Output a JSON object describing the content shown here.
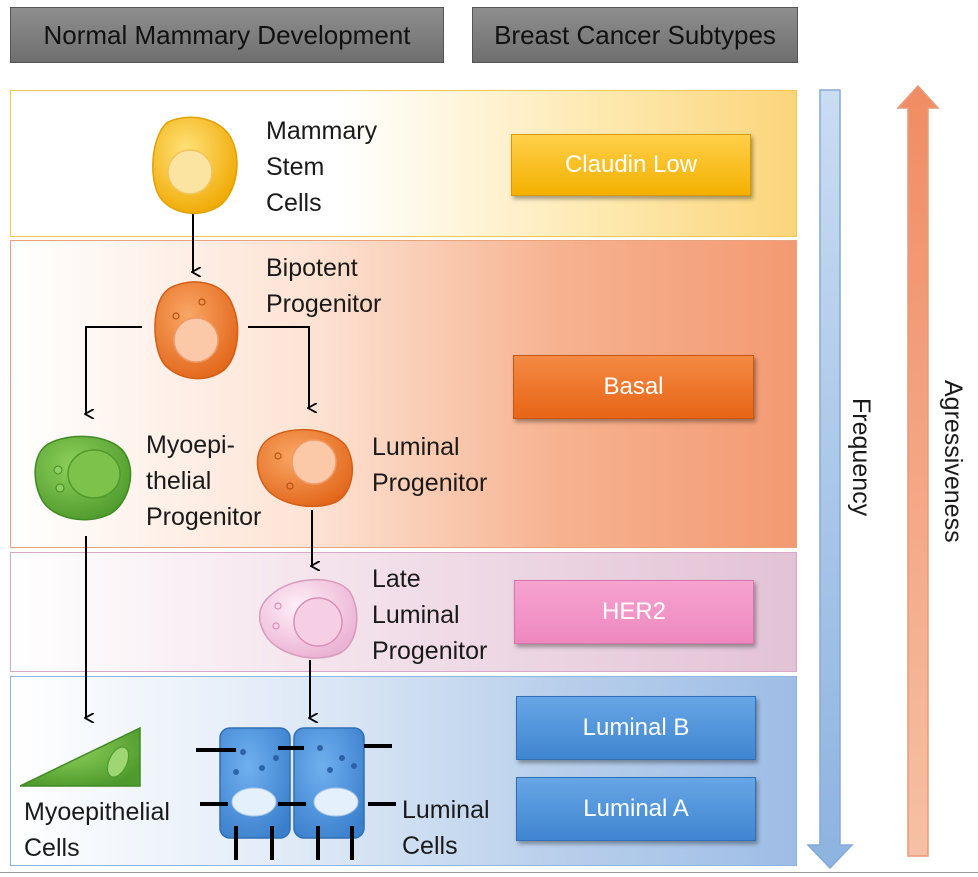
{
  "headers": {
    "normal": "Normal Mammary Development",
    "cancer": "Breast Cancer Subtypes"
  },
  "cells": {
    "stem": "Mammary\nStem\nCells",
    "bipotent": "Bipotent\nProgenitor",
    "myoepithelial_progenitor": "Myoepi-\nthelial\nProgenitor",
    "luminal_progenitor": "Luminal\nProgenitor",
    "late_luminal_progenitor": "Late\nLuminal\nProgenitor",
    "myoepithelial_cells": "Myoepithelial\nCells",
    "luminal_cells": "Luminal\nCells"
  },
  "subtypes": {
    "claudin_low": "Claudin Low",
    "basal": "Basal",
    "her2": "HER2",
    "luminal_b": "Luminal B",
    "luminal_a": "Luminal A"
  },
  "axes": {
    "frequency": "Frequency",
    "aggressiveness": "Agressiveness"
  },
  "colors": {
    "stem_cell": "#f4b400",
    "progenitor_orange": "#ee7a2a",
    "myoepithelial_green": "#5fae3c",
    "late_luminal_pink": "#f2bddc",
    "luminal_blue": "#4a8fd8",
    "claudin_low": "#f6b400",
    "basal": "#ee7124",
    "her2": "#f08fc3",
    "luminal_subtypes": "#4a8fd4",
    "frequency_arrow": "#a9c6e8",
    "aggressiveness_arrow": "#f4a98a"
  }
}
